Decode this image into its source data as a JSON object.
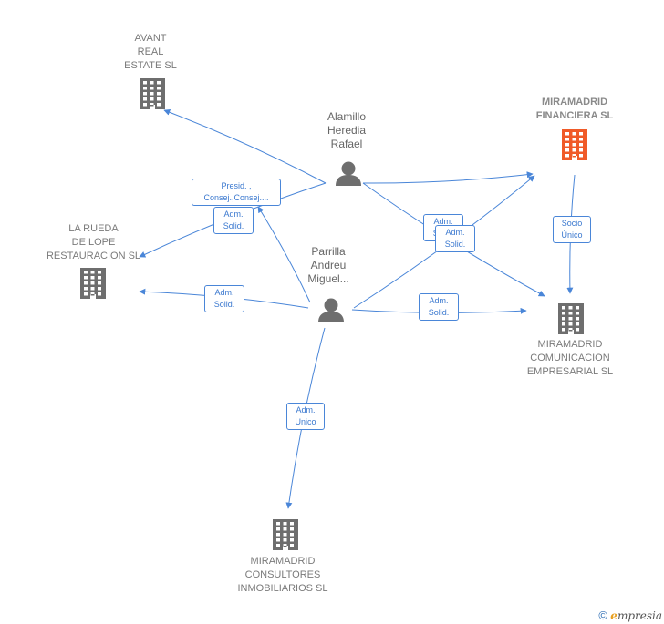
{
  "nodes": {
    "avant": {
      "lines": [
        "AVANT",
        "REAL",
        "ESTATE SL"
      ]
    },
    "larueda": {
      "lines": [
        "LA RUEDA",
        "DE LOPE",
        "RESTAURACION SL"
      ]
    },
    "financiera": {
      "lines": [
        "MIRAMADRID",
        "FINANCIERA SL"
      ],
      "color": "#f05a28"
    },
    "comunicacion": {
      "lines": [
        "MIRAMADRID",
        "COMUNICACION",
        "EMPRESARIAL SL"
      ]
    },
    "consultores": {
      "lines": [
        "MIRAMADRID",
        "CONSULTORES",
        "INMOBILIARIOS SL"
      ]
    }
  },
  "persons": {
    "alamillo": {
      "lines": [
        "Alamillo",
        "Heredia",
        "Rafael"
      ]
    },
    "parrilla": {
      "lines": [
        "Parrilla",
        "Andreu",
        "Miguel..."
      ]
    }
  },
  "edge_labels": {
    "presid": [
      "Presid. ,",
      "Consej.,Consej...."
    ],
    "adm_solid_larueda_a": [
      "Adm.",
      "Solid."
    ],
    "adm_solid_larueda_p": [
      "Adm.",
      "Solid."
    ],
    "adm_solid_fin_a": [
      "Adm.",
      "Solid."
    ],
    "adm_solid_com_a": [
      "Adm.",
      "Solid."
    ],
    "adm_solid_com_p": [
      "Adm.",
      "Solid."
    ],
    "socio_unico": [
      "Socio",
      "Único"
    ],
    "adm_unico": [
      "Adm.",
      "Unico"
    ]
  },
  "colors": {
    "edge": "#4a86d8",
    "building": "#6e6e6e",
    "building_highlight": "#f05a28",
    "person": "#6e6e6e"
  },
  "icons": {
    "building": "building-icon",
    "person": "person-icon"
  },
  "footer": {
    "copyright": "©",
    "brand_first": "e",
    "brand_rest": "mpresia"
  }
}
